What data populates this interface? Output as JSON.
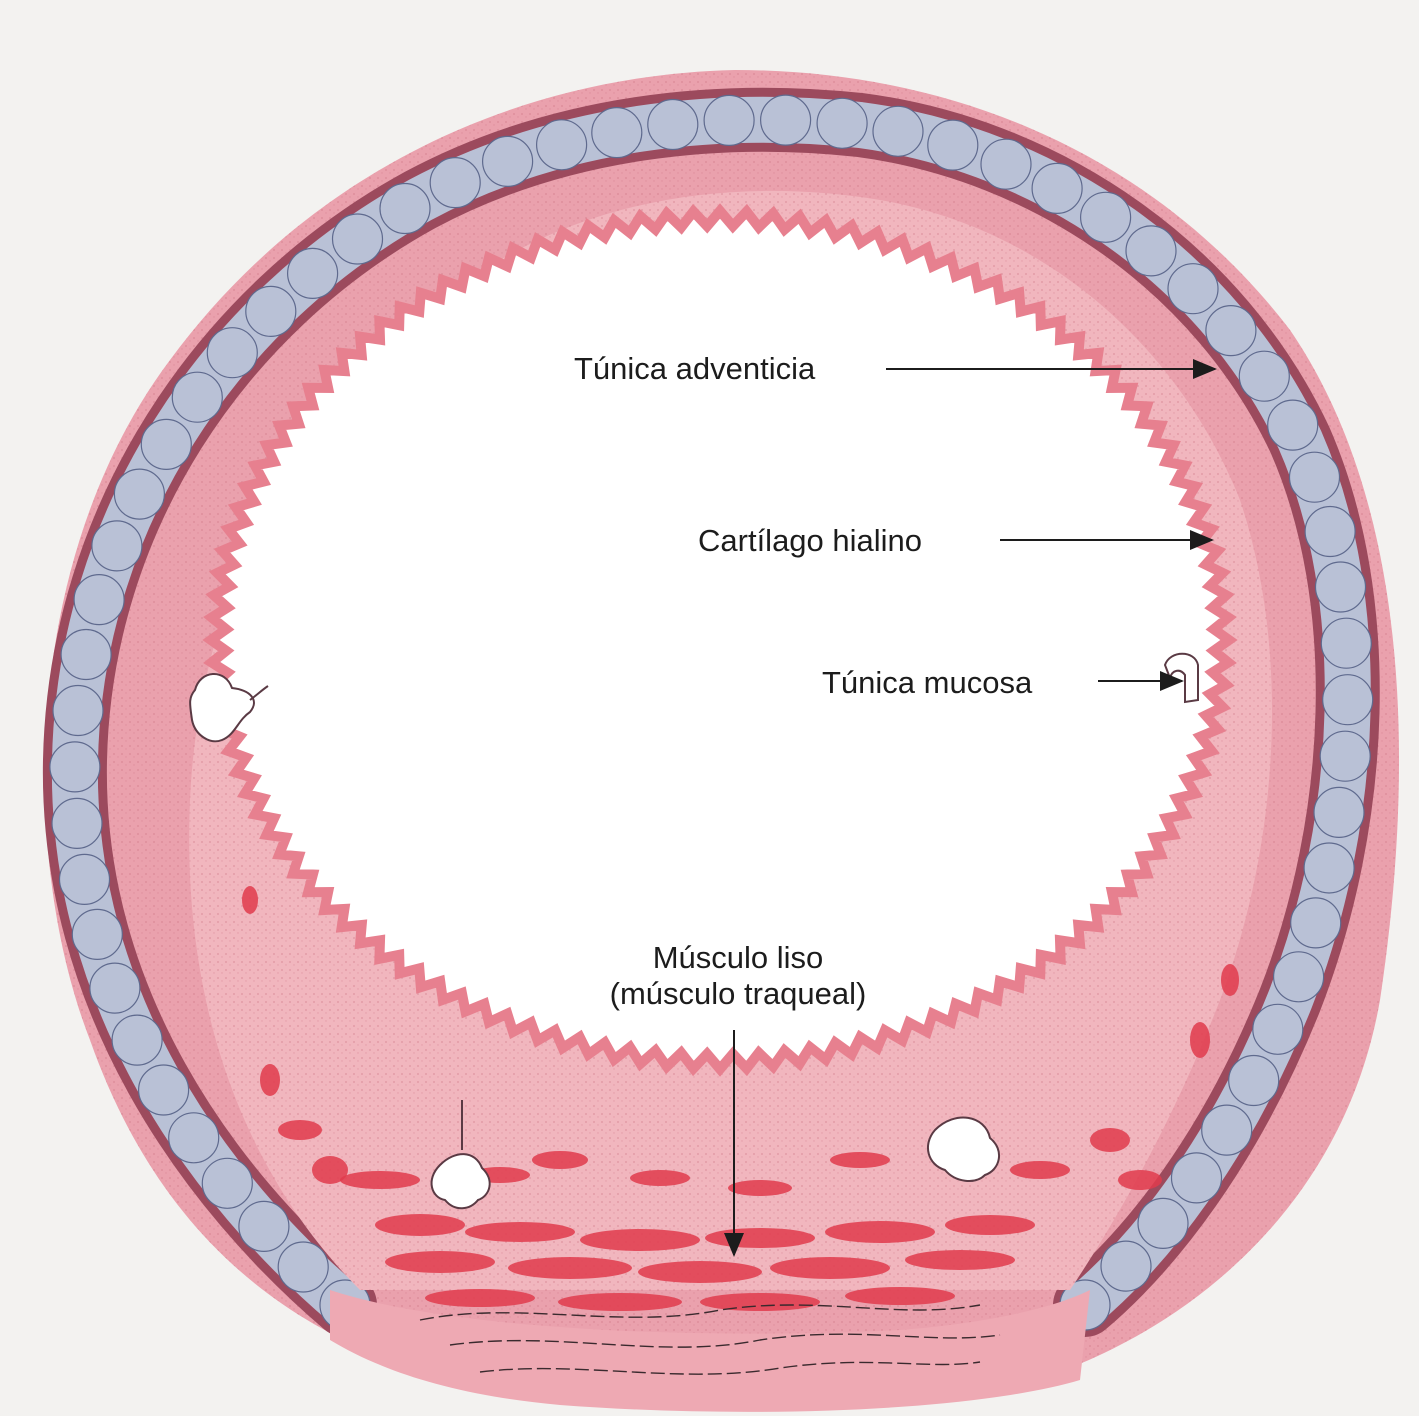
{
  "labels": {
    "adventicia": "Túnica adventicia",
    "cartilago": "Cartílago hialino",
    "mucosa": "Túnica mucosa",
    "musculo_line1": "Músculo liso",
    "musculo_line2": "(músculo traqueal)"
  },
  "colors": {
    "page": "#f3f2f0",
    "adventitia": "#eaa1ad",
    "perichondrium": "#9c4a5d",
    "cartilage": "#b9c1d6",
    "cartilage_edge": "#5f6a8e",
    "submucosa": "#f1b6be",
    "epithelium": "#e7808f",
    "smooth_muscle": "#e03b4c",
    "lumen": "#ffffff",
    "label_text": "#1c1c1c"
  }
}
